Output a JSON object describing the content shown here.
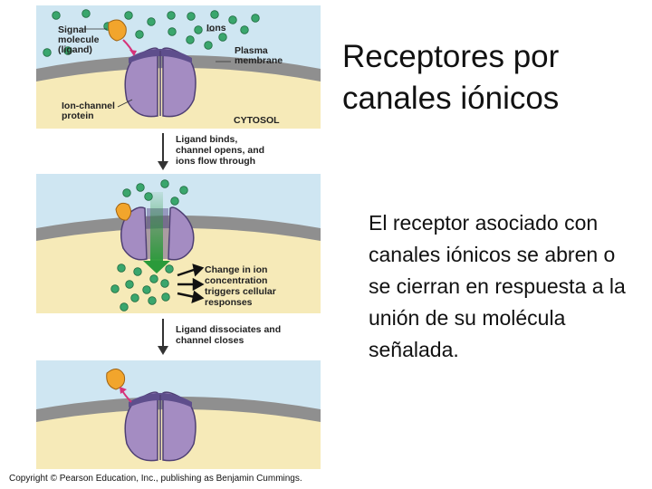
{
  "slide": {
    "title": "Receptores por canales iónicos",
    "body": "El receptor asociado con canales iónicos se abren o se cierran en respuesta a la unión de su molécula señalada."
  },
  "figure": {
    "panel1": {
      "signal_label_1": "Signal",
      "signal_label_2": "molecule",
      "signal_label_3": "(ligand)",
      "ions_label": "Ions",
      "membrane_label_1": "Plasma",
      "membrane_label_2": "membrane",
      "channel_label_1": "Ion-channel",
      "channel_label_2": "protein",
      "cytosol_label": "CYTOSOL"
    },
    "step1": [
      "Ligand binds,",
      "channel opens, and",
      "ions flow through"
    ],
    "panel2": {
      "response_label": [
        "Change in ion",
        "concentration",
        "triggers cellular",
        "responses"
      ]
    },
    "step2": [
      "Ligand dissociates and",
      "channel closes"
    ],
    "copyright": "Copyright © Pearson Education, Inc., publishing as Benjamin Cummings."
  },
  "colors": {
    "extracellular": "#cfe6f2",
    "cytosol": "#f6eab8",
    "membrane": "#8f8f8f",
    "channel_protein": "#a48cc2",
    "channel_outline": "#4e3f73",
    "ion": "#3aa66d",
    "ligand": "#f2a52c",
    "flow_arrow": "#2a9a3a",
    "binding_arrow": "#d6337a"
  }
}
